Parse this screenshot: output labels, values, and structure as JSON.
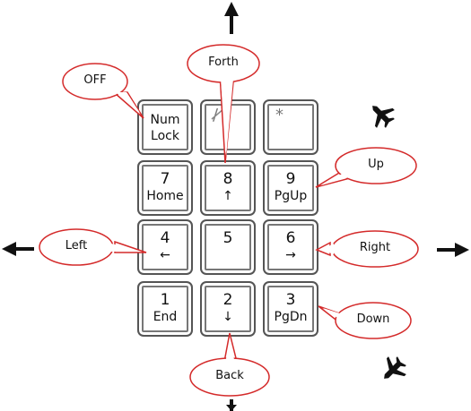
{
  "keys": [
    {
      "id": "numlock",
      "main": "Num",
      "sub": "Lock"
    },
    {
      "id": "slash",
      "main": "/",
      "sub": ""
    },
    {
      "id": "asterisk",
      "main": "*",
      "sub": ""
    },
    {
      "id": "k7",
      "main": "7",
      "sub": "Home"
    },
    {
      "id": "k8",
      "main": "8",
      "sub": "↑"
    },
    {
      "id": "k9",
      "main": "9",
      "sub": "PgUp"
    },
    {
      "id": "k4",
      "main": "4",
      "sub": "←"
    },
    {
      "id": "k5",
      "main": "5",
      "sub": ""
    },
    {
      "id": "k6",
      "main": "6",
      "sub": "→"
    },
    {
      "id": "k1",
      "main": "1",
      "sub": "End"
    },
    {
      "id": "k2",
      "main": "2",
      "sub": "↓"
    },
    {
      "id": "k3",
      "main": "3",
      "sub": "PgDn"
    }
  ],
  "callouts": {
    "off": "OFF",
    "forth": "Forth",
    "up": "Up",
    "left": "Left",
    "right": "Right",
    "down": "Down",
    "back": "Back"
  },
  "colors": {
    "callout_stroke": "#d42a2a",
    "arrow": "#111111",
    "key_border": "#555555"
  },
  "icons": [
    "arrow-up-icon",
    "arrow-down-icon",
    "arrow-left-icon",
    "arrow-right-icon",
    "airplane-icon"
  ]
}
